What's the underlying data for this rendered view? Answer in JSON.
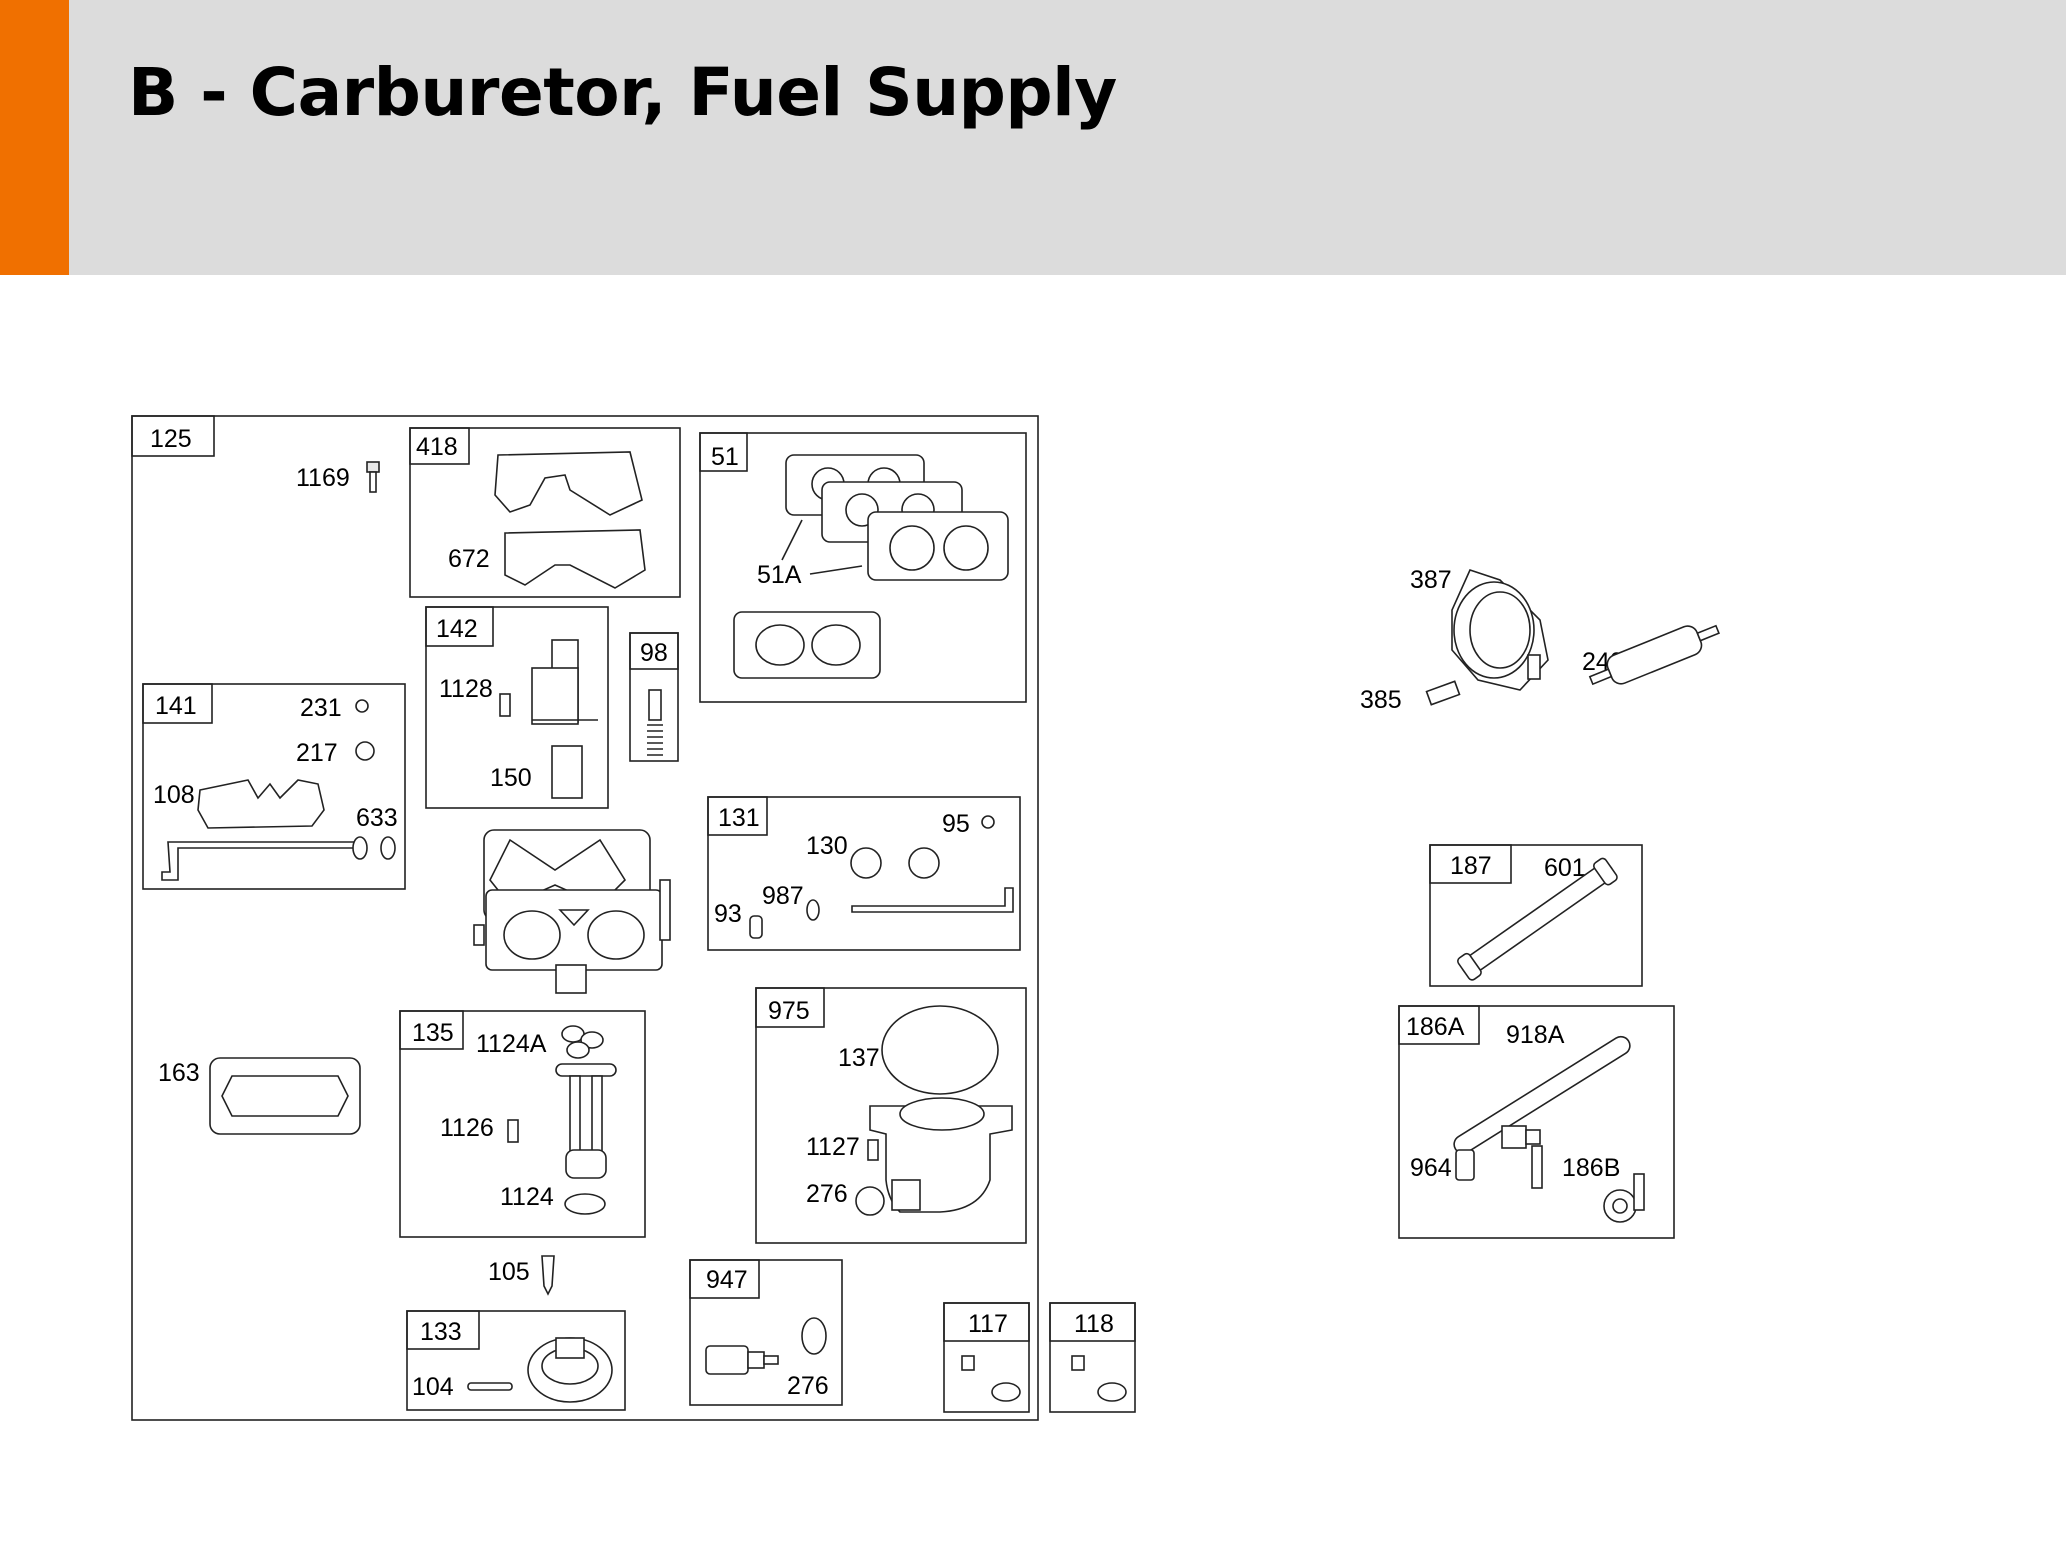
{
  "header": {
    "title": "B - Carburetor, Fuel Supply",
    "accent_color": "#f07000",
    "background_color": "#dcdcdc"
  },
  "labels": {
    "p125": "125",
    "p1169": "1169",
    "p418": "418",
    "p672": "672",
    "p51": "51",
    "p51A": "51A",
    "p142": "142",
    "p1128": "1128",
    "p150": "150",
    "p98": "98",
    "p141": "141",
    "p231": "231",
    "p217": "217",
    "p108": "108",
    "p633": "633",
    "p131": "131",
    "p130": "130",
    "p95": "95",
    "p987": "987",
    "p93": "93",
    "p135": "135",
    "p1124A": "1124A",
    "p1126": "1126",
    "p1124": "1124",
    "p163": "163",
    "p975": "975",
    "p137": "137",
    "p1127": "1127",
    "p276a": "276",
    "p105": "105",
    "p133": "133",
    "p104": "104",
    "p947": "947",
    "p276b": "276",
    "p117": "117",
    "p118": "118",
    "p387": "387",
    "p385": "385",
    "p240": "240",
    "p187": "187",
    "p601": "601",
    "p186A": "186A",
    "p918A": "918A",
    "p964": "964",
    "p186B": "186B"
  }
}
